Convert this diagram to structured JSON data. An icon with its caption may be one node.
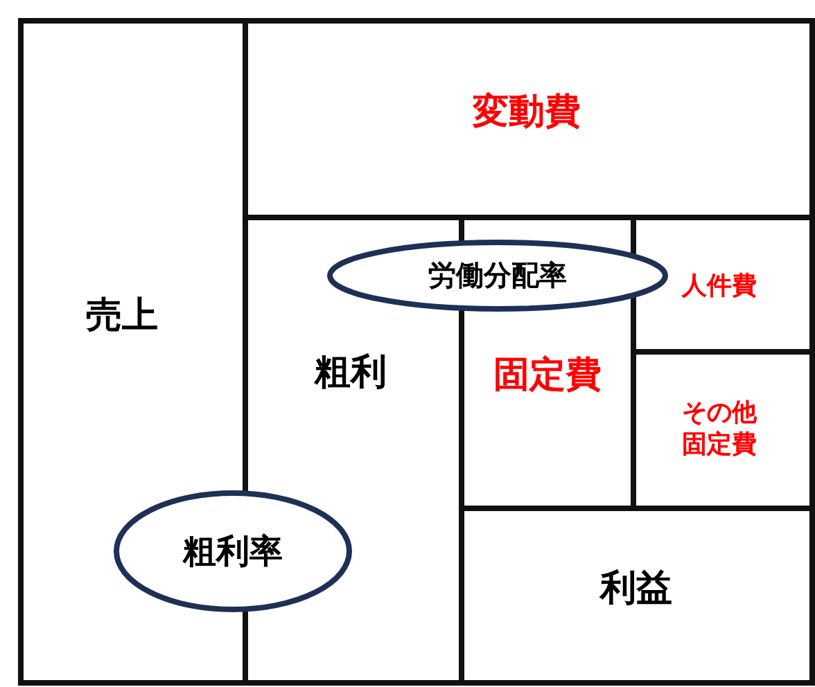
{
  "diagram": {
    "nodes": [
      {
        "text": [
          "売上"
        ]
      },
      {
        "text": [
          "変動費"
        ]
      },
      {
        "text": [
          "粗利"
        ]
      },
      {
        "text": [
          "固定費"
        ]
      },
      {
        "text": [
          "人件費"
        ]
      },
      {
        "text": [
          "その他固定費"
        ]
      },
      {
        "text": [
          "利益"
        ]
      },
      {
        "text": [
          "労働分配率"
        ]
      },
      {
        "text": [
          "粗利率"
        ]
      }
    ]
  }
}
